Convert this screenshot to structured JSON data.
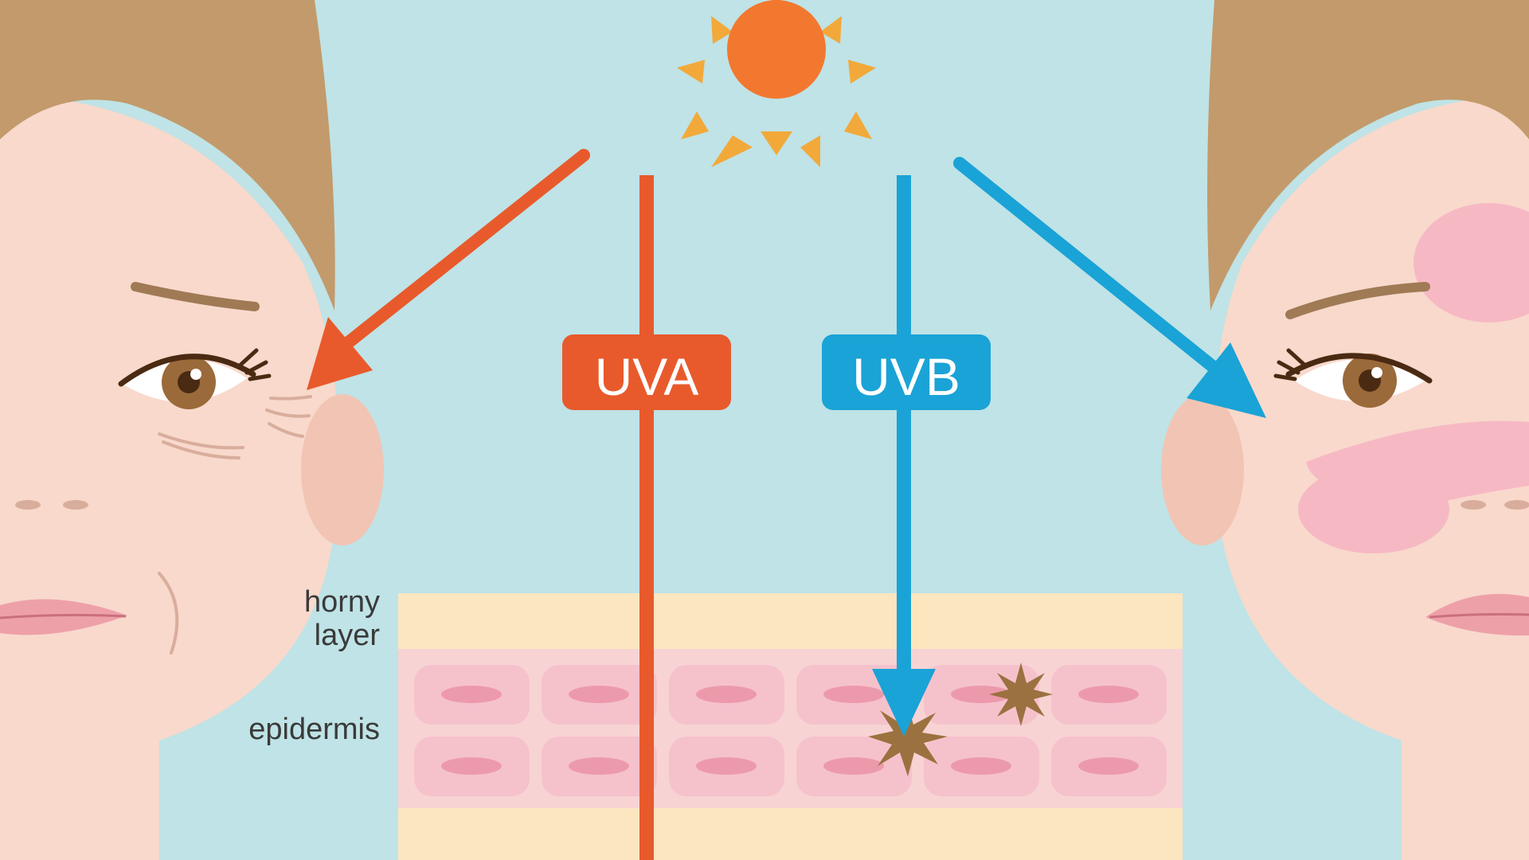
{
  "labels": {
    "uva": "UVA",
    "uvb": "UVB",
    "horny_layer_line1": "horny",
    "horny_layer_line2": "layer",
    "epidermis": "epidermis"
  },
  "colors": {
    "background": "#bfe3e6",
    "uva": "#e85a2c",
    "uvb": "#1aa3d6",
    "sun_core": "#f3782f",
    "sun_rays": "#f2a93a",
    "hair": "#c39a6b",
    "skin": "#f8d9cc",
    "skin_shadow": "#f2c4b4",
    "horny_layer": "#fbe6bf",
    "epidermis_cell": "#f5c2cc",
    "cell_nucleus": "#ec9aab",
    "melanin": "#9b7140",
    "blush": "#f6b9c4"
  },
  "icons": {
    "sun": "sun-icon",
    "damage_left": "wrinkle-icon",
    "damage_right": "sunburn-redness-icon",
    "melanin": "starburst-icon"
  }
}
